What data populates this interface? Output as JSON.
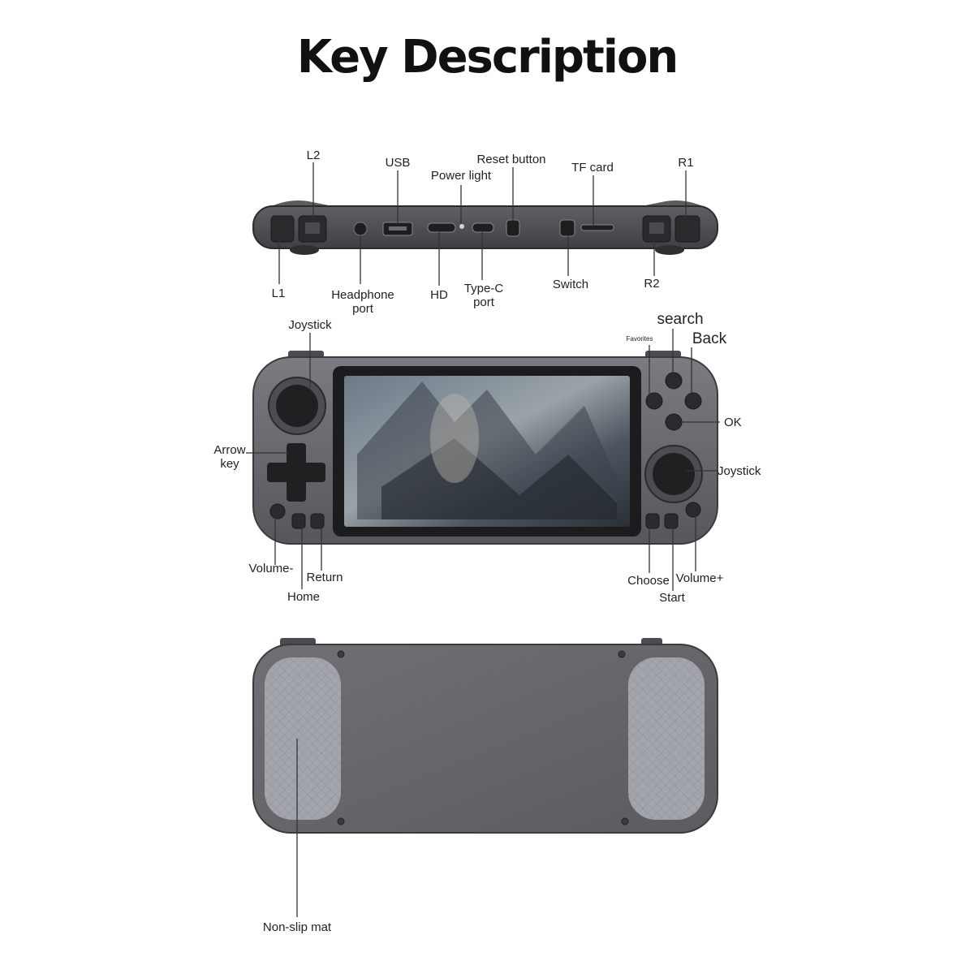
{
  "title": "Key Description",
  "top_view": {
    "labels": {
      "l2": "L2",
      "usb": "USB",
      "power_light": "Power light",
      "reset_button": "Reset button",
      "tf_card": "TF card",
      "r1": "R1",
      "l1": "L1",
      "headphone_port": "Headphone port",
      "hd": "HD",
      "type_c_port": "Type-C port",
      "switch": "Switch",
      "r2": "R2"
    }
  },
  "front_view": {
    "labels": {
      "joystick_left": "Joystick",
      "search": "search",
      "favorites": "Favorites",
      "back": "Back",
      "ok": "OK",
      "arrow_key": "Arrow key",
      "joystick_right": "Joystick",
      "volume_minus": "Volume-",
      "return": "Return",
      "home": "Home",
      "choose": "Choose",
      "start": "Start",
      "volume_plus": "Volume+"
    }
  },
  "back_view": {
    "labels": {
      "non_slip_mat": "Non-slip mat"
    }
  },
  "colors": {
    "body": "#6b6d70",
    "body_dark": "#3a3b3e",
    "grip": "#9ea2a8",
    "screen_bezel": "#1c1c1e"
  }
}
